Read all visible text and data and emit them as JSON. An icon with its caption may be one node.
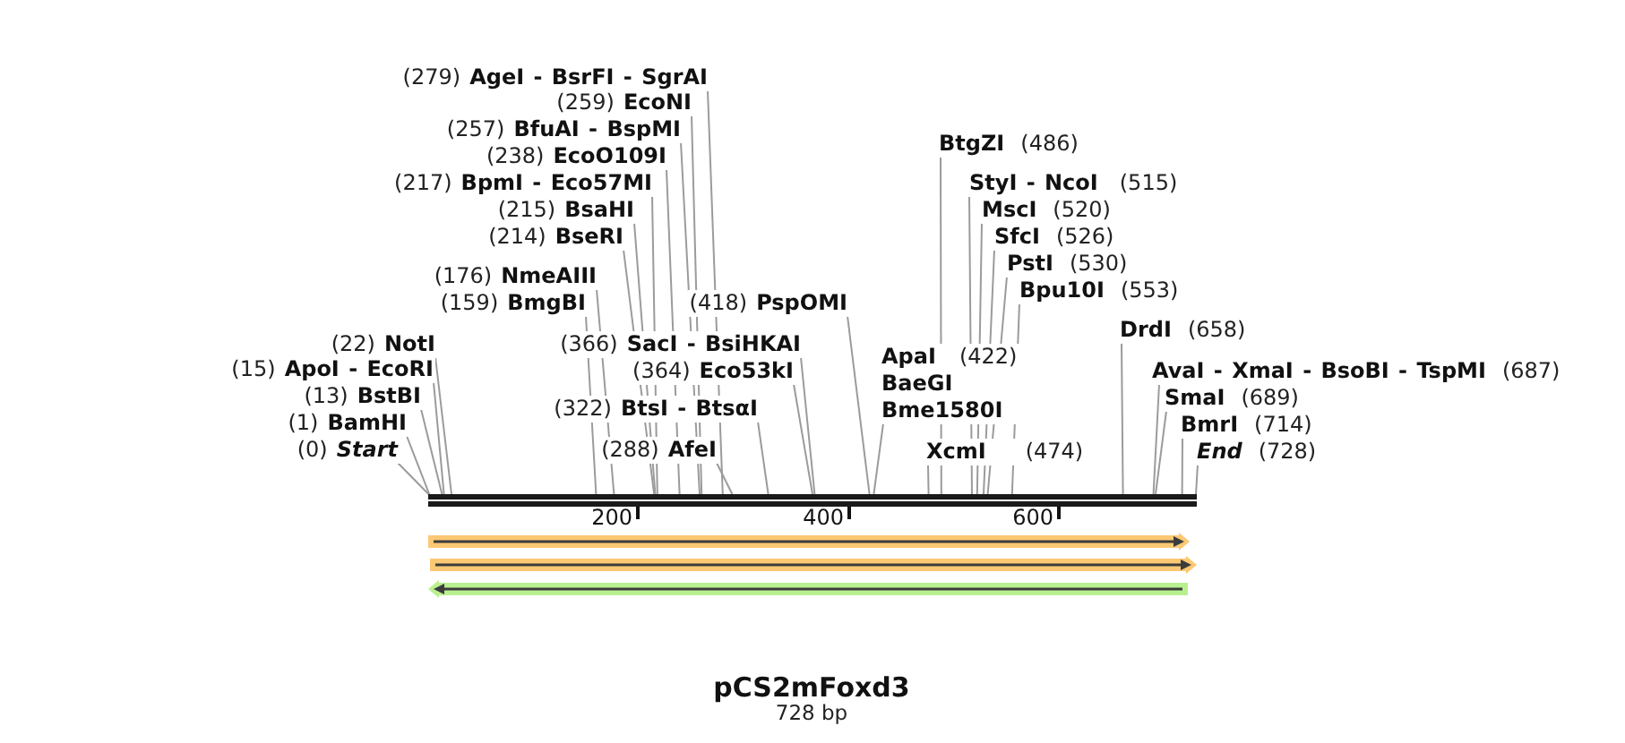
{
  "diagram": {
    "title": "pCS2mFoxd3",
    "caption": "728 bp",
    "nodes": [
      {
        "text": [
          "(279)",
          "AgeI - BsrFI - SgrAI"
        ]
      },
      {
        "text": [
          "(259)",
          "EcoNI"
        ]
      },
      {
        "text": [
          "(257)",
          "BfuAI - BspMI"
        ]
      },
      {
        "text": [
          "BtgZI",
          "(486)"
        ]
      },
      {
        "text": [
          "(238)",
          "EcoO109I"
        ]
      },
      {
        "text": [
          "(217)",
          "BpmI - Eco57MI"
        ]
      },
      {
        "text": [
          "StyI - NcoI",
          "(515)"
        ]
      },
      {
        "text": [
          "(215)",
          "BsaHI"
        ]
      },
      {
        "text": [
          "MscI",
          "(520)"
        ]
      },
      {
        "text": [
          "(214)",
          "BseRI"
        ]
      },
      {
        "text": [
          "SfcI",
          "(526)"
        ]
      },
      {
        "text": [
          "PstI",
          "(530)"
        ]
      },
      {
        "text": [
          "(176)",
          "NmeAIII"
        ]
      },
      {
        "text": [
          "Bpu10I",
          "(553)"
        ]
      },
      {
        "text": [
          "(159)",
          "BmgBI"
        ]
      },
      {
        "text": [
          "(418)",
          "PspOMI"
        ]
      },
      {
        "text": [
          "DrdI",
          "(658)"
        ]
      },
      {
        "text": [
          "(22)",
          "NotI"
        ]
      },
      {
        "text": [
          "(366)",
          "SacI - BsiHKAI"
        ]
      },
      {
        "text": [
          "ApaI",
          "(422)",
          "BaeGI",
          "Bme1580I"
        ]
      },
      {
        "text": [
          "(15)",
          "ApoI - EcoRI"
        ]
      },
      {
        "text": [
          "(364)",
          "Eco53kI"
        ]
      },
      {
        "text": [
          "AvaI - XmaI - BsoBI - TspMI",
          "(687)"
        ]
      },
      {
        "text": [
          "(13)",
          "BstBI"
        ]
      },
      {
        "text": [
          "SmaI",
          "(689)"
        ]
      },
      {
        "text": [
          "(322)",
          "BtsI - BtsαI"
        ]
      },
      {
        "text": [
          "(1)",
          "BamHI"
        ]
      },
      {
        "text": [
          "BmrI",
          "(714)"
        ]
      },
      {
        "text": [
          "(0)",
          "Start"
        ]
      },
      {
        "text": [
          "(288)",
          "AfeI"
        ]
      },
      {
        "text": [
          "XcmI",
          "(474)"
        ]
      },
      {
        "text": [
          "End",
          "(728)"
        ]
      },
      {
        "text": [],
        "shape": "bar"
      }
    ],
    "edges": [
      {
        "from": 0,
        "to": 32,
        "arrow": "none"
      },
      {
        "from": 1,
        "to": 32,
        "arrow": "none"
      },
      {
        "from": 2,
        "to": 32,
        "arrow": "none"
      },
      {
        "from": 3,
        "to": 32,
        "arrow": "none"
      },
      {
        "from": 4,
        "to": 32,
        "arrow": "none"
      },
      {
        "from": 5,
        "to": 32,
        "arrow": "none"
      },
      {
        "from": 6,
        "to": 32,
        "arrow": "none"
      },
      {
        "from": 7,
        "to": 32,
        "arrow": "none"
      },
      {
        "from": 8,
        "to": 32,
        "arrow": "none"
      },
      {
        "from": 9,
        "to": 32,
        "arrow": "none"
      },
      {
        "from": 10,
        "to": 32,
        "arrow": "none"
      },
      {
        "from": 11,
        "to": 32,
        "arrow": "none"
      },
      {
        "from": 12,
        "to": 32,
        "arrow": "none"
      },
      {
        "from": 13,
        "to": 32,
        "arrow": "none"
      },
      {
        "from": 14,
        "to": 32,
        "arrow": "none"
      },
      {
        "from": 15,
        "to": 32,
        "arrow": "none"
      },
      {
        "from": 16,
        "to": 32,
        "arrow": "none"
      },
      {
        "from": 17,
        "to": 32,
        "arrow": "none"
      },
      {
        "from": 18,
        "to": 32,
        "arrow": "none"
      },
      {
        "from": 19,
        "to": 32,
        "arrow": "none"
      },
      {
        "from": 20,
        "to": 32,
        "arrow": "none"
      },
      {
        "from": 21,
        "to": 32,
        "arrow": "none"
      },
      {
        "from": 22,
        "to": 32,
        "arrow": "none"
      },
      {
        "from": 23,
        "to": 32,
        "arrow": "none"
      },
      {
        "from": 24,
        "to": 32,
        "arrow": "none"
      },
      {
        "from": 25,
        "to": 32,
        "arrow": "none"
      },
      {
        "from": 26,
        "to": 32,
        "arrow": "none"
      },
      {
        "from": 27,
        "to": 32,
        "arrow": "none"
      },
      {
        "from": 28,
        "to": 32,
        "arrow": "none"
      },
      {
        "from": 29,
        "to": 32,
        "arrow": "none"
      },
      {
        "from": 30,
        "to": 32,
        "arrow": "none"
      },
      {
        "from": 31,
        "to": 32,
        "arrow": "none"
      }
    ],
    "labels": [
      "200",
      "400",
      "600"
    ]
  }
}
